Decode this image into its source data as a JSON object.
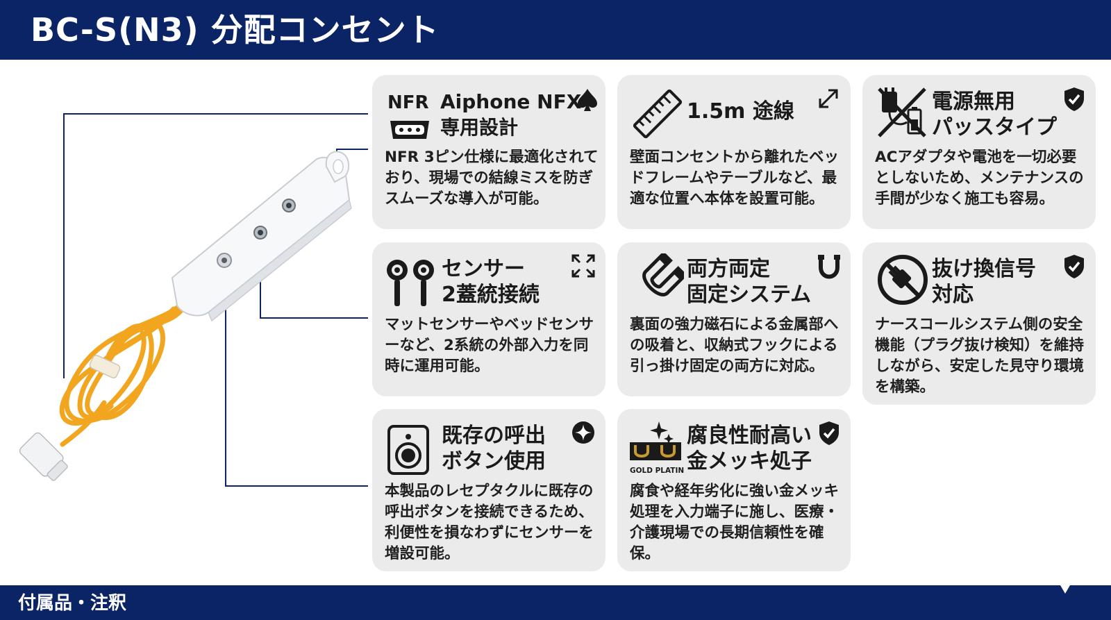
{
  "header": {
    "title": "BC-S(N3) 分配コンセント"
  },
  "footer": {
    "label": "付属品・注釈"
  },
  "cards": [
    {
      "id": "nfx",
      "icon": "nfr-connector-icon",
      "icon_text": "NFR",
      "badge": "spade-icon",
      "title_line1": "Aiphone NFX",
      "title_line2": "専用設計",
      "description": "NFR 3ピン仕様に最適化されており、現場での結線ミスを防ぎスムーズな導入が可能。"
    },
    {
      "id": "cable",
      "icon": "ruler-icon",
      "badge": "diagonal-arrow-icon",
      "title_line1": "1.5m 途線",
      "description": "壁面コンセントから離れたベッドフレームやテーブルなど、最適な位置へ本体を設置可能。"
    },
    {
      "id": "power",
      "icon": "no-power-icon",
      "badge": "shield-check-icon",
      "title_line1": "電源無用",
      "title_line2": "パッスタイプ",
      "description": "ACアダプタや電池を一切必要としないため、メンテナンスの手間が少なく施工も容易。"
    },
    {
      "id": "sensor",
      "icon": "sensor-plugs-icon",
      "badge": "expand-icon",
      "title_line1": "センサー",
      "title_line2": "2蓋統接続",
      "description": "マットセンサーやベッドセンサーなど、2系統の外部入力を同時に運用可能。"
    },
    {
      "id": "mount",
      "icon": "magnet-icon",
      "badge": "u-magnet-icon",
      "title_line1": "両方両定",
      "title_line2": "固定システム",
      "description": "裏面の強力磁石による金属部への吸着と、収納式フックによる引っ掛け固定の両方に対応。"
    },
    {
      "id": "unplug",
      "icon": "unplug-icon",
      "badge": "shield-check-icon",
      "title_line1": "抜け換信号",
      "title_line2": "対応",
      "description": "ナースコールシステム側の安全機能（プラグ抜け検知）を維持しながら、安定した見守り環境を構築。"
    },
    {
      "id": "button",
      "icon": "speaker-button-icon",
      "badge": "sparkle-circle-icon",
      "title_line1": "既存の呼出",
      "title_line2": "ボタン使用",
      "description": "本製品のレセプタクルに既存の呼出ボタンを接続できるため、利便性を損なわずにセンサーを増設可能。"
    },
    {
      "id": "plating",
      "icon": "gold-plating-icon",
      "icon_text": "GOLD PLATING",
      "badge": "shield-check-icon",
      "title_line1": "腐良性耐高い",
      "title_line2": "金メッキ処子",
      "description": "腐食や経年劣化に強い金メッキ処理を入力端子に施し、医療・介護現場での長期信頼性を確保。"
    }
  ],
  "colors": {
    "header_bg": "#0b2466",
    "card_bg": "#ebebeb",
    "cable": "#f2a51e",
    "connector_line": "#0b2466"
  }
}
